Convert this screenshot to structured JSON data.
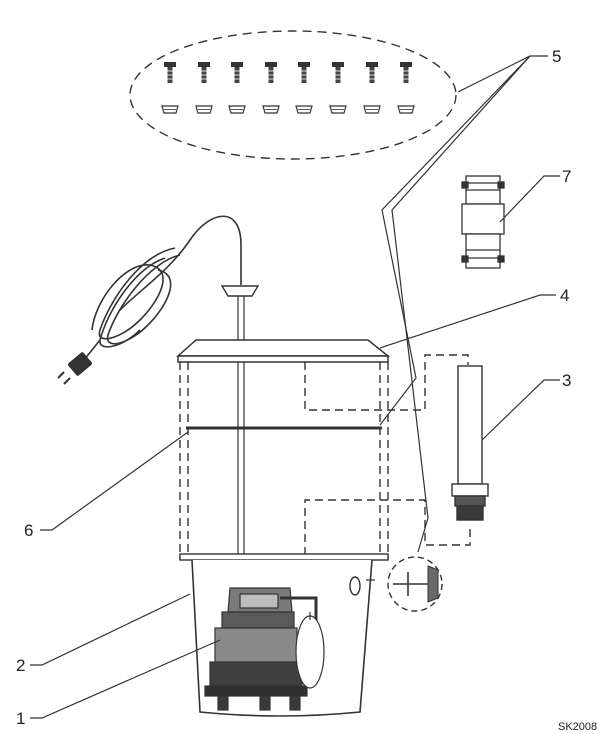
{
  "callouts": [
    "1",
    "2",
    "3",
    "4",
    "5",
    "6",
    "7"
  ],
  "drawing_code": "SK2008",
  "colors": {
    "line": "#333333",
    "fill_dark": "#555555",
    "fill_mid": "#8a8a8a",
    "fill_light": "#cfcfcf"
  },
  "icons": {
    "bolt": "bolt-icon",
    "nut": "nut-icon",
    "plug": "plug-icon",
    "coupling": "coupling-icon"
  }
}
